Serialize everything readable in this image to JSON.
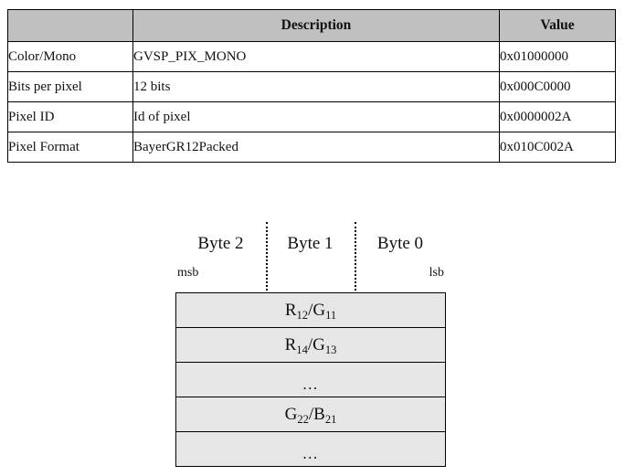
{
  "spec_table": {
    "headers": [
      "",
      "Description",
      "Value"
    ],
    "rows": [
      {
        "label": "Color/Mono",
        "description": "GVSP_PIX_MONO",
        "value": "0x01000000"
      },
      {
        "label": "Bits per pixel",
        "description": "12 bits",
        "value": "0x000C0000"
      },
      {
        "label": "Pixel ID",
        "description": "Id of pixel",
        "value": "0x0000002A"
      },
      {
        "label": "Pixel Format",
        "description": "BayerGR12Packed",
        "value": "0x010C002A"
      }
    ],
    "header_background": "#c0c0c0"
  },
  "byte_diagram": {
    "byte_labels": [
      "Byte 2",
      "Byte 1",
      "Byte 0"
    ],
    "bit_labels": {
      "msb": "msb",
      "lsb": "lsb"
    },
    "row_fill": "#e6e6e6",
    "rows": [
      {
        "base": "R",
        "sub": "12",
        "base2": "G",
        "sub2": "11",
        "ellipsis": false
      },
      {
        "base": "R",
        "sub": "14",
        "base2": "G",
        "sub2": "13",
        "ellipsis": false
      },
      {
        "text": "...",
        "ellipsis": true
      },
      {
        "base": "G",
        "sub": "22",
        "base2": "B",
        "sub2": "21",
        "ellipsis": false
      },
      {
        "text": "...",
        "ellipsis": true
      }
    ]
  }
}
